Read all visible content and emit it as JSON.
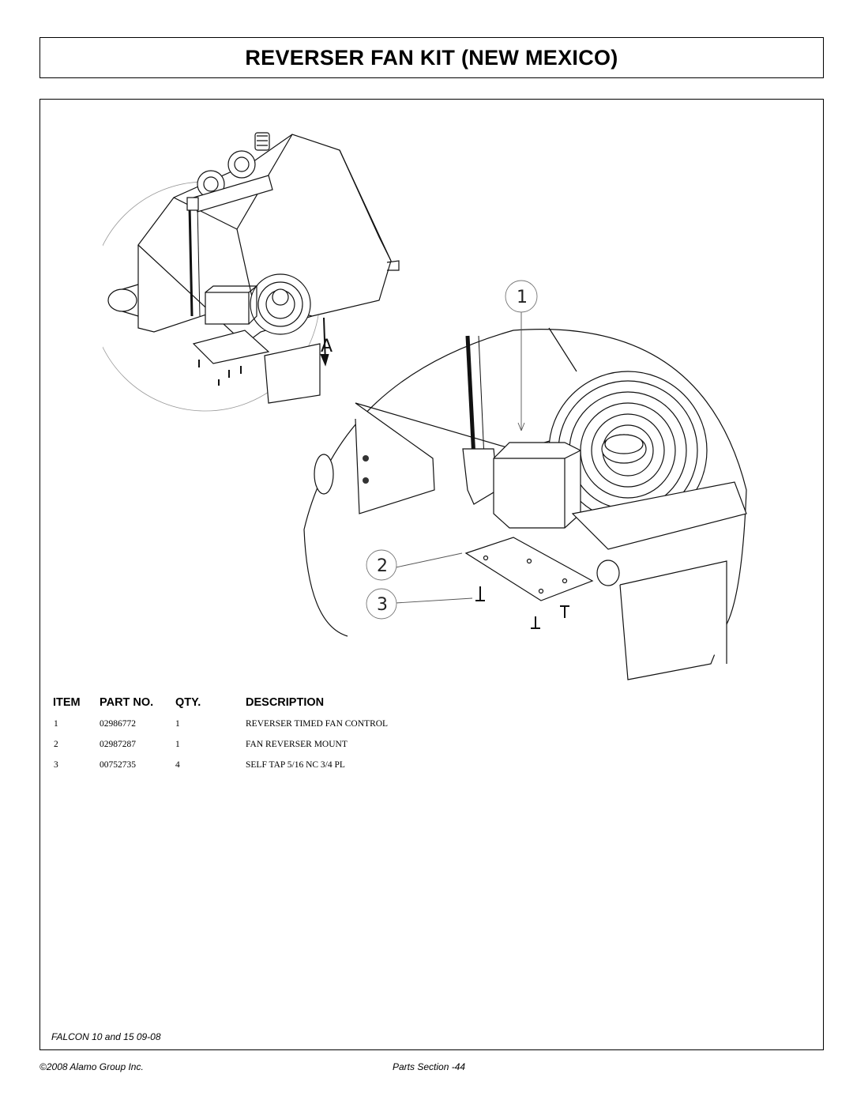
{
  "title": "REVERSER FAN KIT (NEW MEXICO)",
  "diagram": {
    "detail_label": "A",
    "callouts": [
      "1",
      "2",
      "3"
    ]
  },
  "parts_table": {
    "headers": {
      "item": "ITEM",
      "part_no": "PART NO.",
      "qty": "QTY.",
      "description": "DESCRIPTION"
    },
    "rows": [
      {
        "item": "1",
        "part_no": "02986772",
        "qty": "1",
        "description": "REVERSER TIMED FAN CONTROL"
      },
      {
        "item": "2",
        "part_no": "02987287",
        "qty": "1",
        "description": "FAN REVERSER MOUNT"
      },
      {
        "item": "3",
        "part_no": "00752735",
        "qty": "4",
        "description": "SELF TAP 5/16 NC 3/4 PL"
      }
    ]
  },
  "footer": {
    "model": "FALCON 10 and 15 09-08",
    "copyright": "©2008 Alamo Group Inc.",
    "page": "Parts Section -44"
  }
}
